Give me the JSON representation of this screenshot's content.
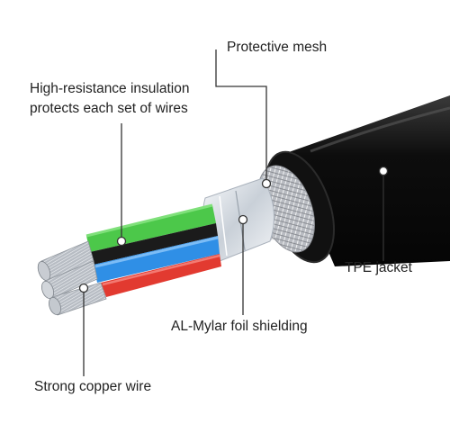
{
  "labels": {
    "insulation_line1": "High-resistance insulation",
    "insulation_line2": "protects each set of wires",
    "protective_mesh": "Protective mesh",
    "tpe_jacket": "TPE jacket",
    "mylar_shielding": "AL-Mylar foil shielding",
    "copper_wire": "Strong copper wire"
  },
  "colors": {
    "jacket": "#141414",
    "wire_green": "#4cc84a",
    "wire_black": "#1b1b1b",
    "wire_blue": "#2f8fe6",
    "wire_red": "#e23a30",
    "foil": "#dfe4ea",
    "leader_line": "#333333"
  }
}
